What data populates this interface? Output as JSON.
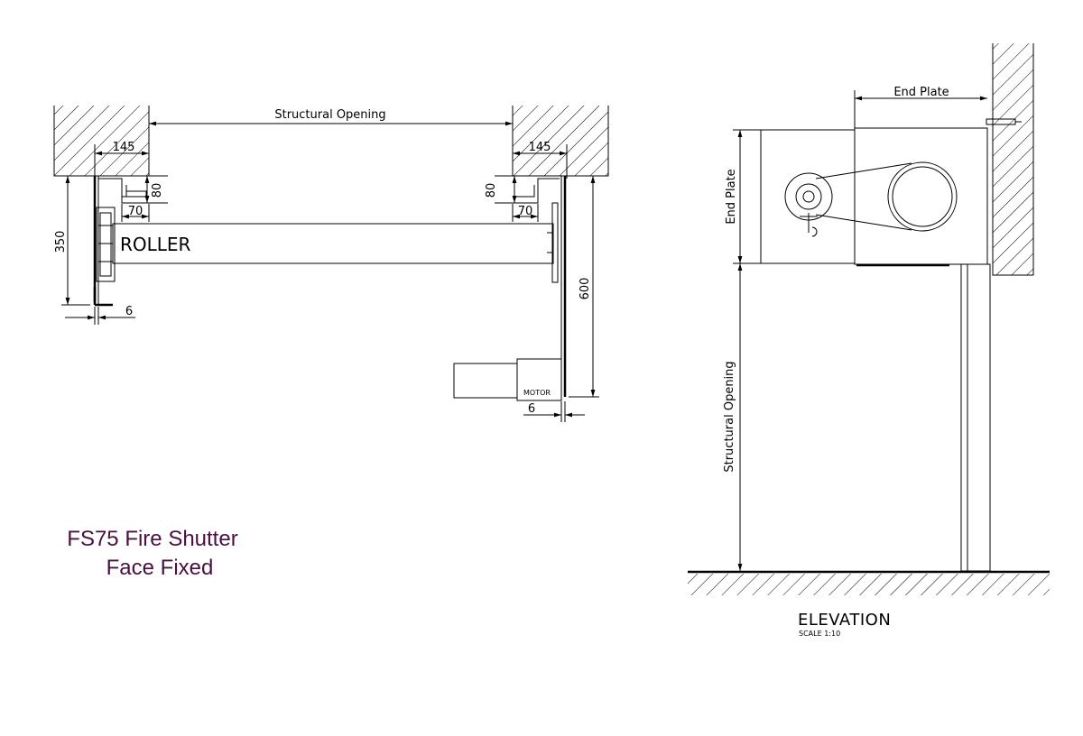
{
  "plan": {
    "opening_label": "Structural Opening",
    "left_return": "145",
    "right_return": "145",
    "left_guide_depth": "80",
    "right_guide_depth": "80",
    "left_guide_width": "70",
    "right_guide_width": "70",
    "left_height": "350",
    "right_height": "600",
    "left_plate": "6",
    "right_plate": "6",
    "roller_label": "ROLLER",
    "motor_label": "MOTOR"
  },
  "title": {
    "line1": "FS75 Fire Shutter",
    "line2": "Face Fixed"
  },
  "elevation": {
    "end_plate_top": "End Plate",
    "end_plate_side": "End Plate",
    "opening_label": "Structural Opening",
    "view_label": "ELEVATION",
    "scale_label": "SCALE 1:10"
  }
}
